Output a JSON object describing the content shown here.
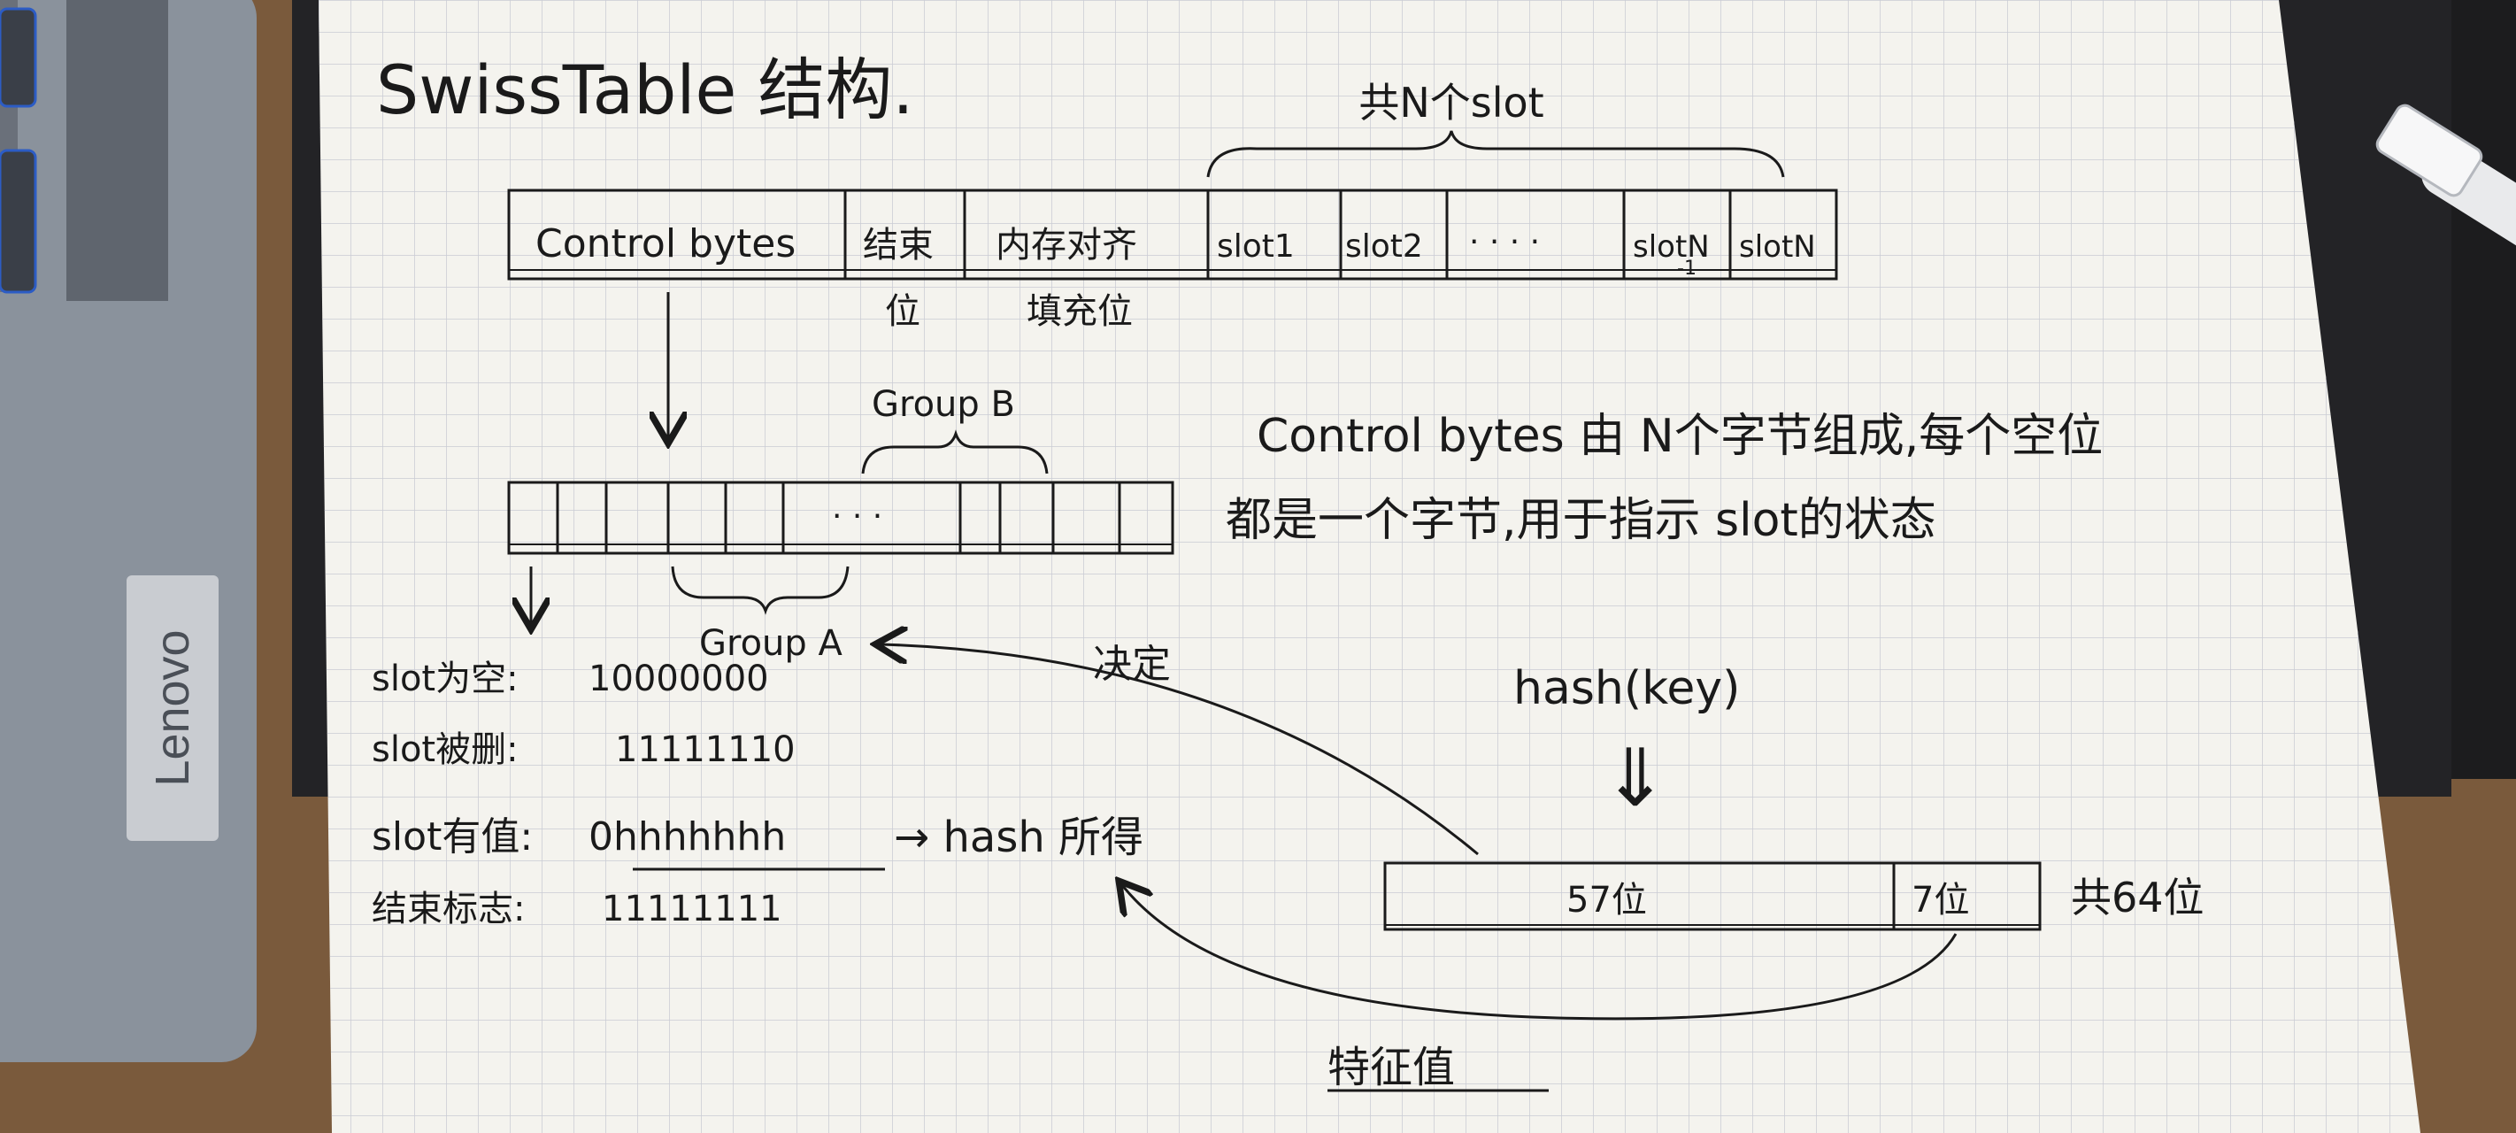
{
  "title": "SwissTable 结构.",
  "structure": {
    "top_brace_label": "共N个slot",
    "segments": [
      "Control bytes",
      "结束",
      "内存对齐",
      "slot1",
      "slot2",
      "· · · ·",
      "slotN",
      "slotN"
    ],
    "slot_n_minus_1_suffix": "-1",
    "sublabels": [
      "位",
      "填充位"
    ]
  },
  "control_bytes": {
    "group_b": "Group B",
    "group_a": "Group A",
    "dots": "· · ·"
  },
  "description": {
    "line1": "Control bytes 由 N个字节组成,每个空位",
    "line2": "都是一个字节,用于指示 slot的状态"
  },
  "states": [
    {
      "label": "slot为空:",
      "value": "10000000"
    },
    {
      "label": "slot被删:",
      "value": "11111110"
    },
    {
      "label": "slot有值:",
      "value": "0hhhhhhh",
      "arrow_text": "→ hash 所得"
    },
    {
      "label": "结束标志:",
      "value": "11111111"
    }
  ],
  "hash": {
    "func": "hash(key)",
    "down_arrow": "⇓",
    "high_bits": "57位",
    "low_bits": "7位",
    "total": "共64位",
    "decide_label": "决定",
    "feature_label": "特征值"
  },
  "colors": {
    "paper": "#f4f3ee",
    "grid": "#c9cbd4",
    "ink": "#1a1a1a",
    "laptop": "#8a929c",
    "desk": "#7a5a3c"
  },
  "laptop_brand": "Lenovo"
}
